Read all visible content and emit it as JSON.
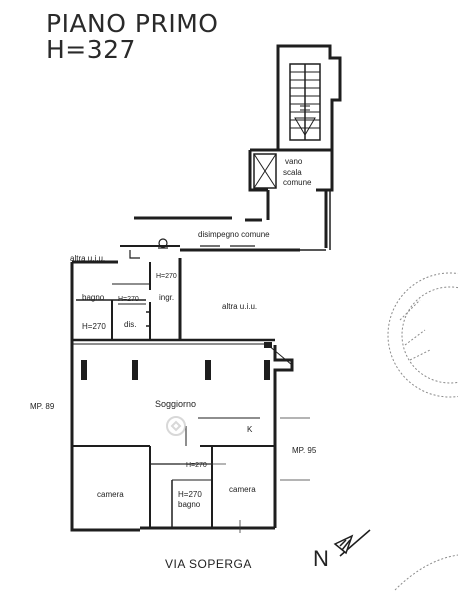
{
  "header": {
    "floor_title": "PIANO PRIMO",
    "height_label": "H=327"
  },
  "rooms": {
    "vano_scala_1": "vano",
    "vano_scala_2": "scala",
    "vano_scala_3": "comune",
    "disimpegno": "disimpegno comune",
    "altra_uiu_left": "altra u.i.u.",
    "altra_uiu_right": "altra u.i.u.",
    "h270_top": "H=270",
    "bagno_top": "bagno",
    "h270_bagno_top": "H=270",
    "ingr": "ingr.",
    "h270_left": "H=270",
    "dis": "dis.",
    "soggiorno": "Soggiorno",
    "k": "K",
    "h270_center": "H=270",
    "camera_left": "camera",
    "h270_bagno_bottom": "H=270",
    "bagno_bottom": "bagno",
    "camera_right": "camera"
  },
  "labels": {
    "mp_left": "MP. 89",
    "mp_right": "MP. 95",
    "street": "VIA SOPERGA",
    "north": "N"
  },
  "colors": {
    "wall": "#1e1e1e",
    "line": "#3a3a3a",
    "stamp": "#8a8a8a",
    "watermark": "#c8c8c8"
  }
}
